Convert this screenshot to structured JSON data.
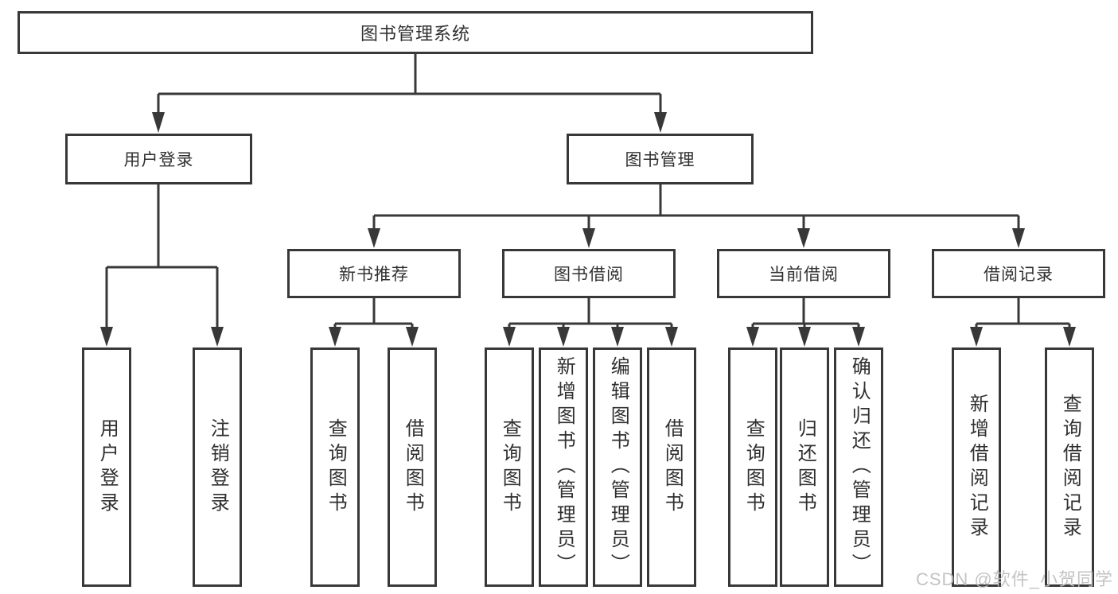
{
  "theme": {
    "line": "#383838",
    "text": "#303030",
    "wm": "#bdbdbd"
  },
  "tree": {
    "root": "图书管理系统",
    "children": [
      {
        "label": "用户登录",
        "children": [
          "用户登录",
          "注销登录"
        ]
      },
      {
        "label": "图书管理",
        "children": [
          {
            "label": "新书推荐",
            "children": [
              "查询图书",
              "借阅图书"
            ]
          },
          {
            "label": "图书借阅",
            "children": [
              "查询图书",
              "新增图书（管理员）",
              "编辑图书（管理员）",
              "借阅图书"
            ]
          },
          {
            "label": "当前借阅",
            "children": [
              "查询图书",
              "归还图书",
              "确认归还（管理员）"
            ]
          },
          {
            "label": "借阅记录",
            "children": [
              "新增借阅记录",
              "查询借阅记录"
            ]
          }
        ]
      }
    ]
  },
  "watermark": "CSDN @软件_小贺同学"
}
